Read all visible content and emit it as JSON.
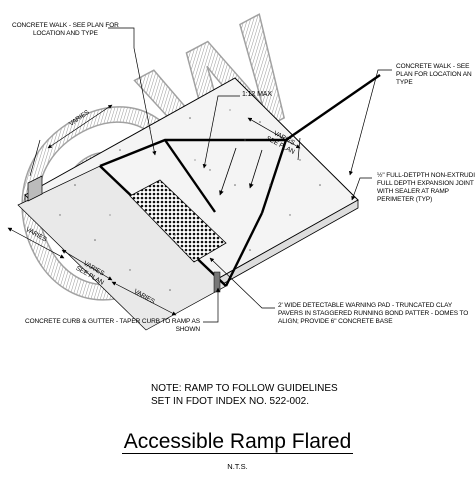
{
  "labels": {
    "walk_top_left": [
      "CONCRETE WALK - SEE PLAN FOR",
      "LOCATION AND TYPE"
    ],
    "walk_right": [
      "CONCRETE WALK - SEE",
      "PLAN FOR LOCATION AN",
      "TYPE"
    ],
    "slope": "1:12 MAX",
    "varies_upper_left": "VARIES",
    "varies_right": [
      "VARIES",
      "SEE PLAN"
    ],
    "expansion_joint": [
      "½\" FULL-DETPTH NON-EXTRUDI",
      "FULL DEPTH EXPANSION JOINT",
      "WITH SEALER AT RAMP",
      "PERIMETER (TYP)"
    ],
    "varies_left": "VARIES",
    "varies_lower_left": [
      "VARIES",
      "SEE PLAN"
    ],
    "varies_bottom": "VARIES",
    "warning_pad": [
      "2' WIDE DETECTABLE WARNING PAD - TRUNCATED CLAY",
      "PAVERS IN STAGGERED RUNNING BOND PATTER - DOMES TO",
      "ALIGN; PROVIDE 6\" CONCRETE BASE"
    ],
    "curb_gutter": [
      "CONCRETE CURB & GUTTER - TAPER CURB TO RAMP AS",
      "SHOWN"
    ]
  },
  "note": [
    "NOTE: RAMP TO FOLLOW GUIDELINES",
    "SET IN FDOT INDEX NO. 522-002."
  ],
  "title": "Accessible Ramp Flared",
  "subtitle": "N.T.S."
}
